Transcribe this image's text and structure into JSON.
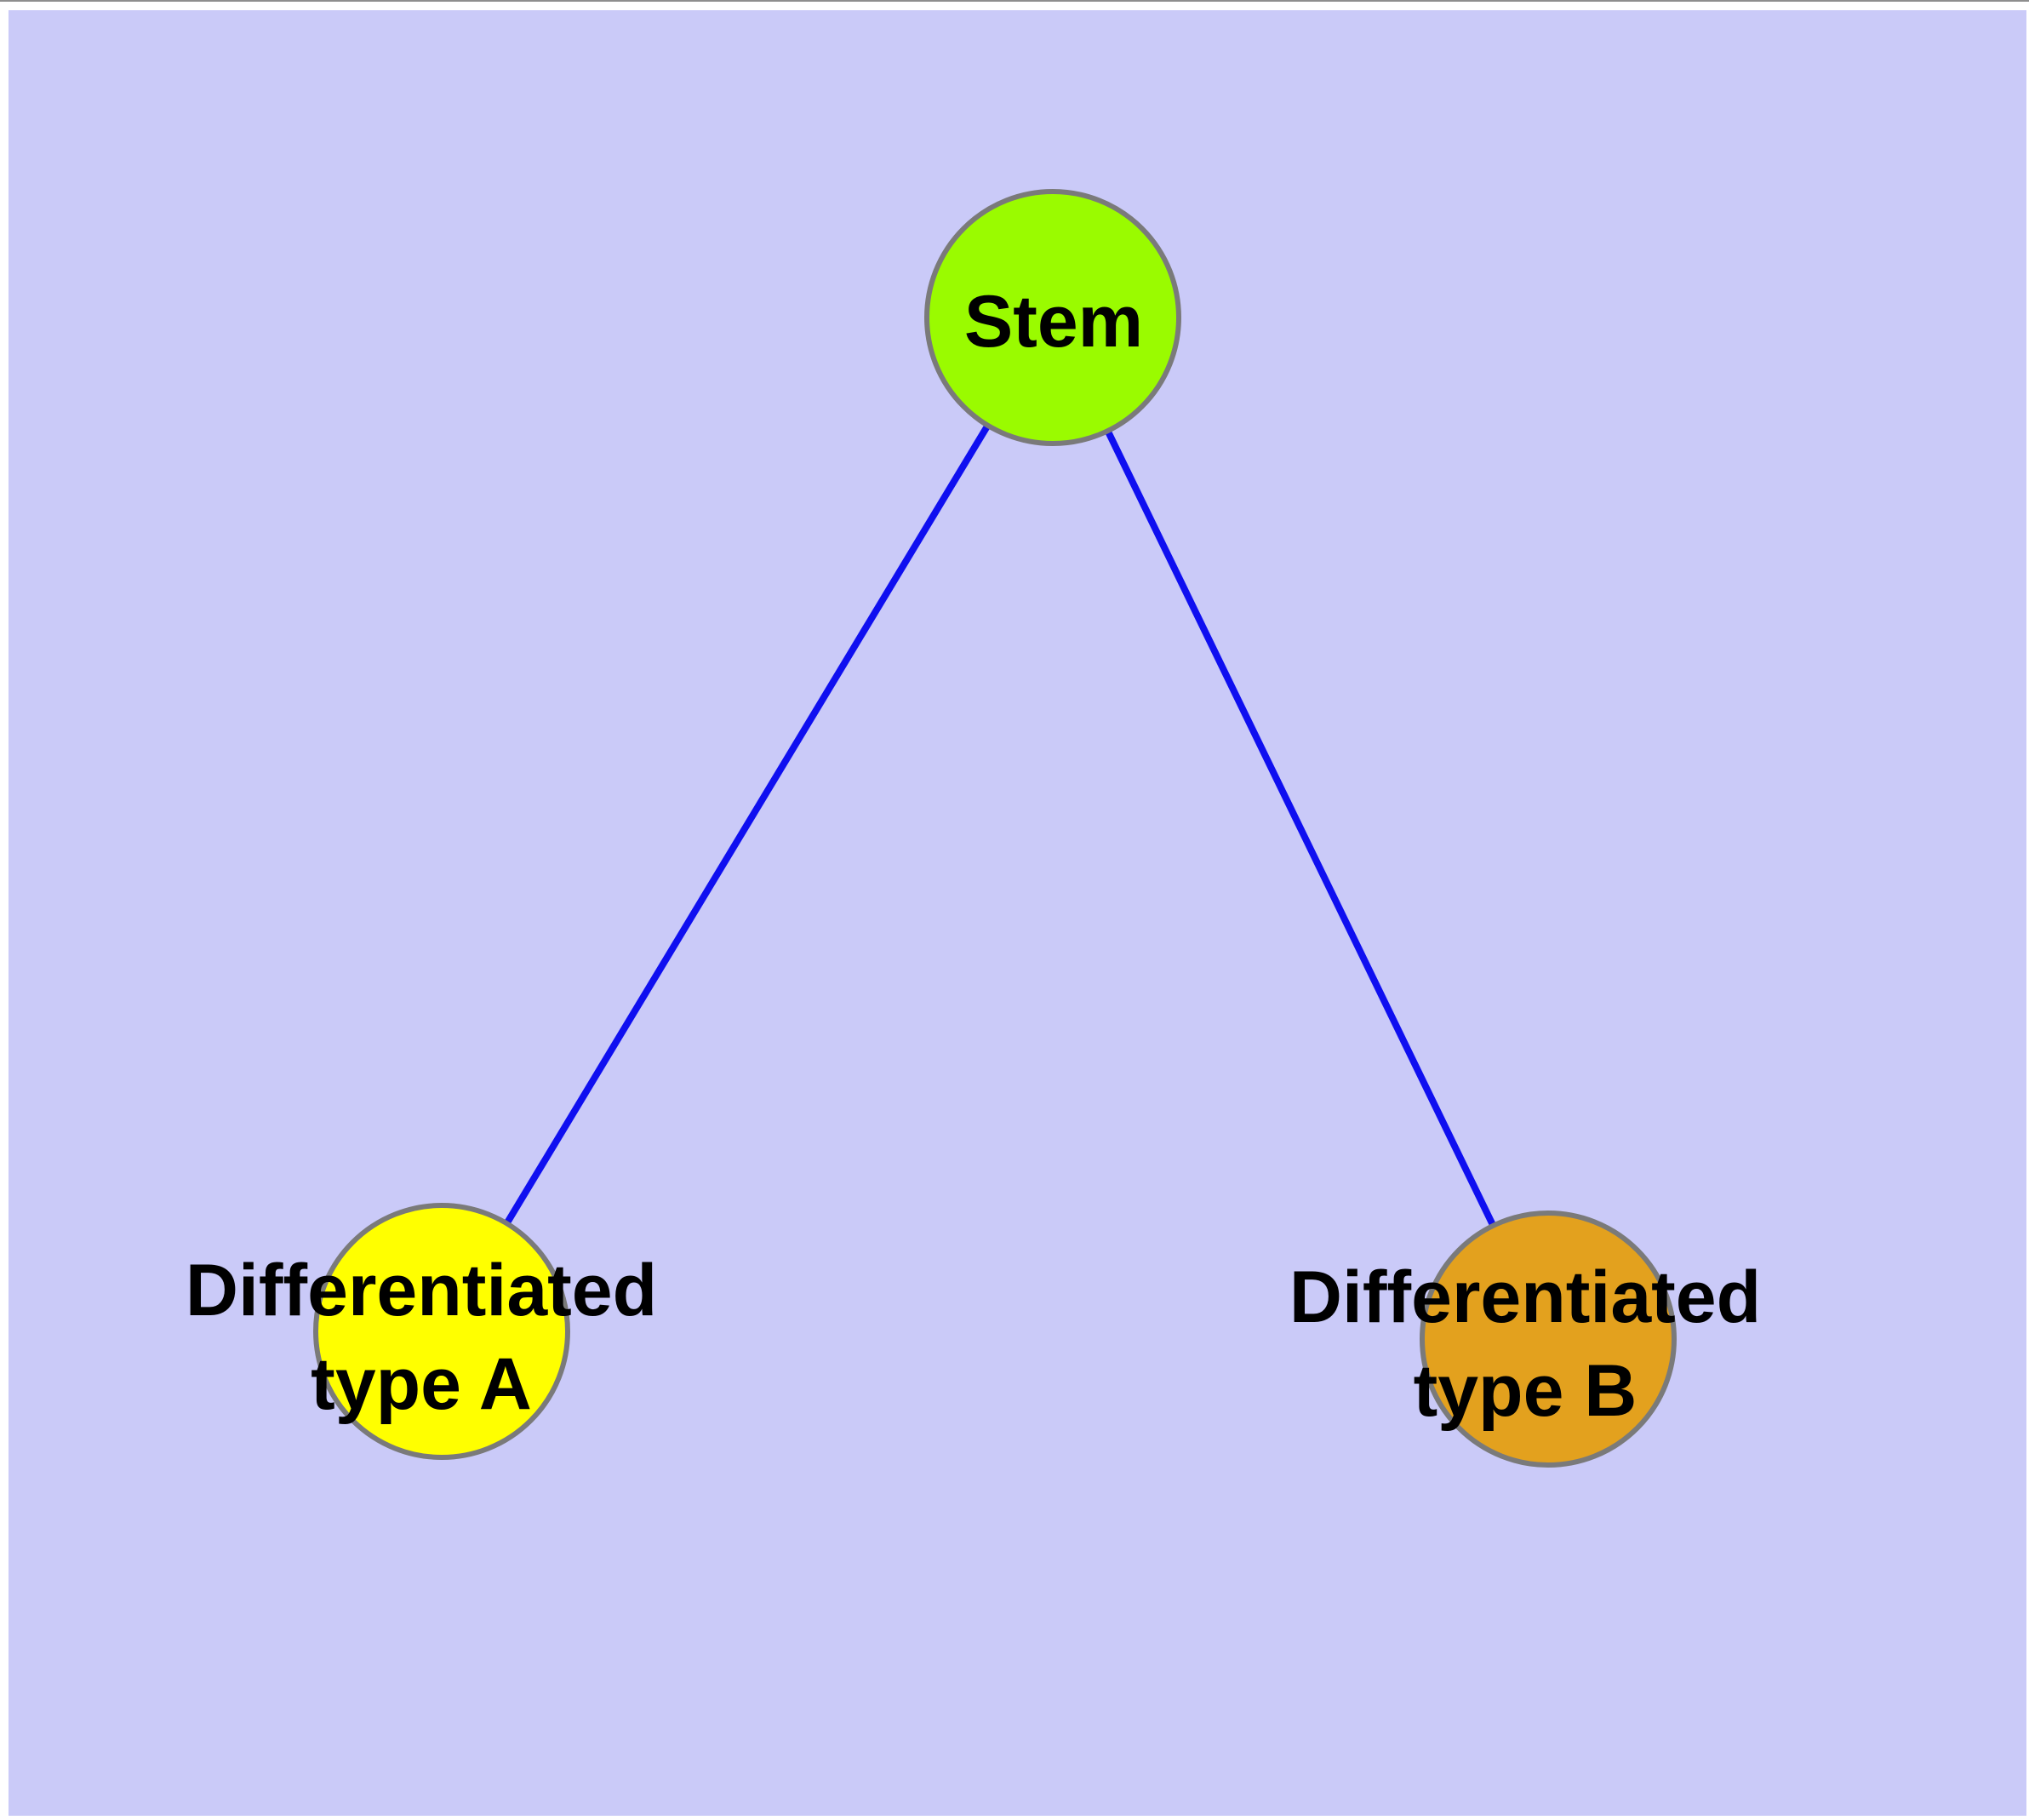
{
  "frame": {
    "canvas_color": "#CACAF8",
    "margin_color": "#FFFFFF",
    "top_hairline_color": "#8E8E8E"
  },
  "diagram": {
    "node_border_color": "#7A7A7A",
    "edge_color": "#0F0FF0",
    "label_text_color": "#000000",
    "nodes": [
      {
        "id": "stem",
        "label": "Stem",
        "fill": "#9AFB00"
      },
      {
        "id": "differentiated-type-a",
        "label": "Differentiated\ntype A",
        "fill": "#FFFF00"
      },
      {
        "id": "differentiated-type-b",
        "label": "Differentiated\ntype B",
        "fill": "#E3A11E"
      }
    ],
    "edges": [
      {
        "from": "stem",
        "to": "differentiated-type-a"
      },
      {
        "from": "stem",
        "to": "differentiated-type-b"
      }
    ]
  }
}
